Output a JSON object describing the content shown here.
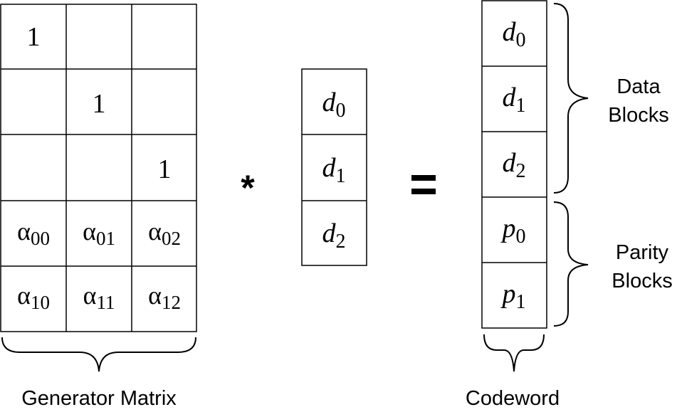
{
  "generator_matrix": {
    "label": "Generator Matrix",
    "rows": [
      [
        {
          "base": "1",
          "sub": ""
        },
        {
          "base": "",
          "sub": ""
        },
        {
          "base": "",
          "sub": ""
        }
      ],
      [
        {
          "base": "",
          "sub": ""
        },
        {
          "base": "1",
          "sub": ""
        },
        {
          "base": "",
          "sub": ""
        }
      ],
      [
        {
          "base": "",
          "sub": ""
        },
        {
          "base": "",
          "sub": ""
        },
        {
          "base": "1",
          "sub": ""
        }
      ],
      [
        {
          "base": "α",
          "sub": "00"
        },
        {
          "base": "α",
          "sub": "01"
        },
        {
          "base": "α",
          "sub": "02"
        }
      ],
      [
        {
          "base": "α",
          "sub": "10"
        },
        {
          "base": "α",
          "sub": "11"
        },
        {
          "base": "α",
          "sub": "12"
        }
      ]
    ]
  },
  "operators": {
    "multiply": "*",
    "equals": "="
  },
  "data_vector": {
    "cells": [
      {
        "base": "d",
        "sub": "0"
      },
      {
        "base": "d",
        "sub": "1"
      },
      {
        "base": "d",
        "sub": "2"
      }
    ]
  },
  "codeword": {
    "label": "Codeword",
    "cells": [
      {
        "base": "d",
        "sub": "0"
      },
      {
        "base": "d",
        "sub": "1"
      },
      {
        "base": "d",
        "sub": "2"
      },
      {
        "base": "p",
        "sub": "0"
      },
      {
        "base": "p",
        "sub": "1"
      }
    ],
    "data_blocks_label": [
      "Data",
      "Blocks"
    ],
    "parity_blocks_label": [
      "Parity",
      "Blocks"
    ]
  },
  "colors": {
    "stroke": "#000000",
    "background": "#ffffff"
  }
}
